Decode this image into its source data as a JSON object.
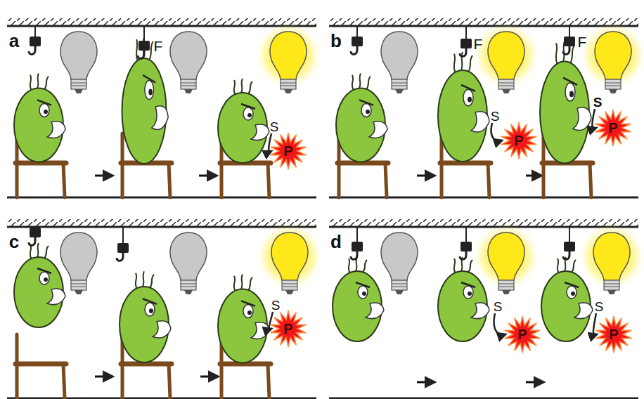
{
  "diagram": {
    "nodes": [
      {
        "text": [
          "P"
        ]
      },
      {
        "text": [
          "P"
        ]
      },
      {
        "text": [
          "P"
        ]
      },
      {
        "text": [
          "P"
        ]
      },
      {
        "text": [
          "P"
        ]
      },
      {
        "text": [
          "P"
        ]
      }
    ],
    "labels": [
      "a",
      "F",
      "S",
      "b",
      "F",
      "S",
      "F",
      "S",
      "c",
      "S",
      "d",
      "S",
      "S"
    ]
  }
}
